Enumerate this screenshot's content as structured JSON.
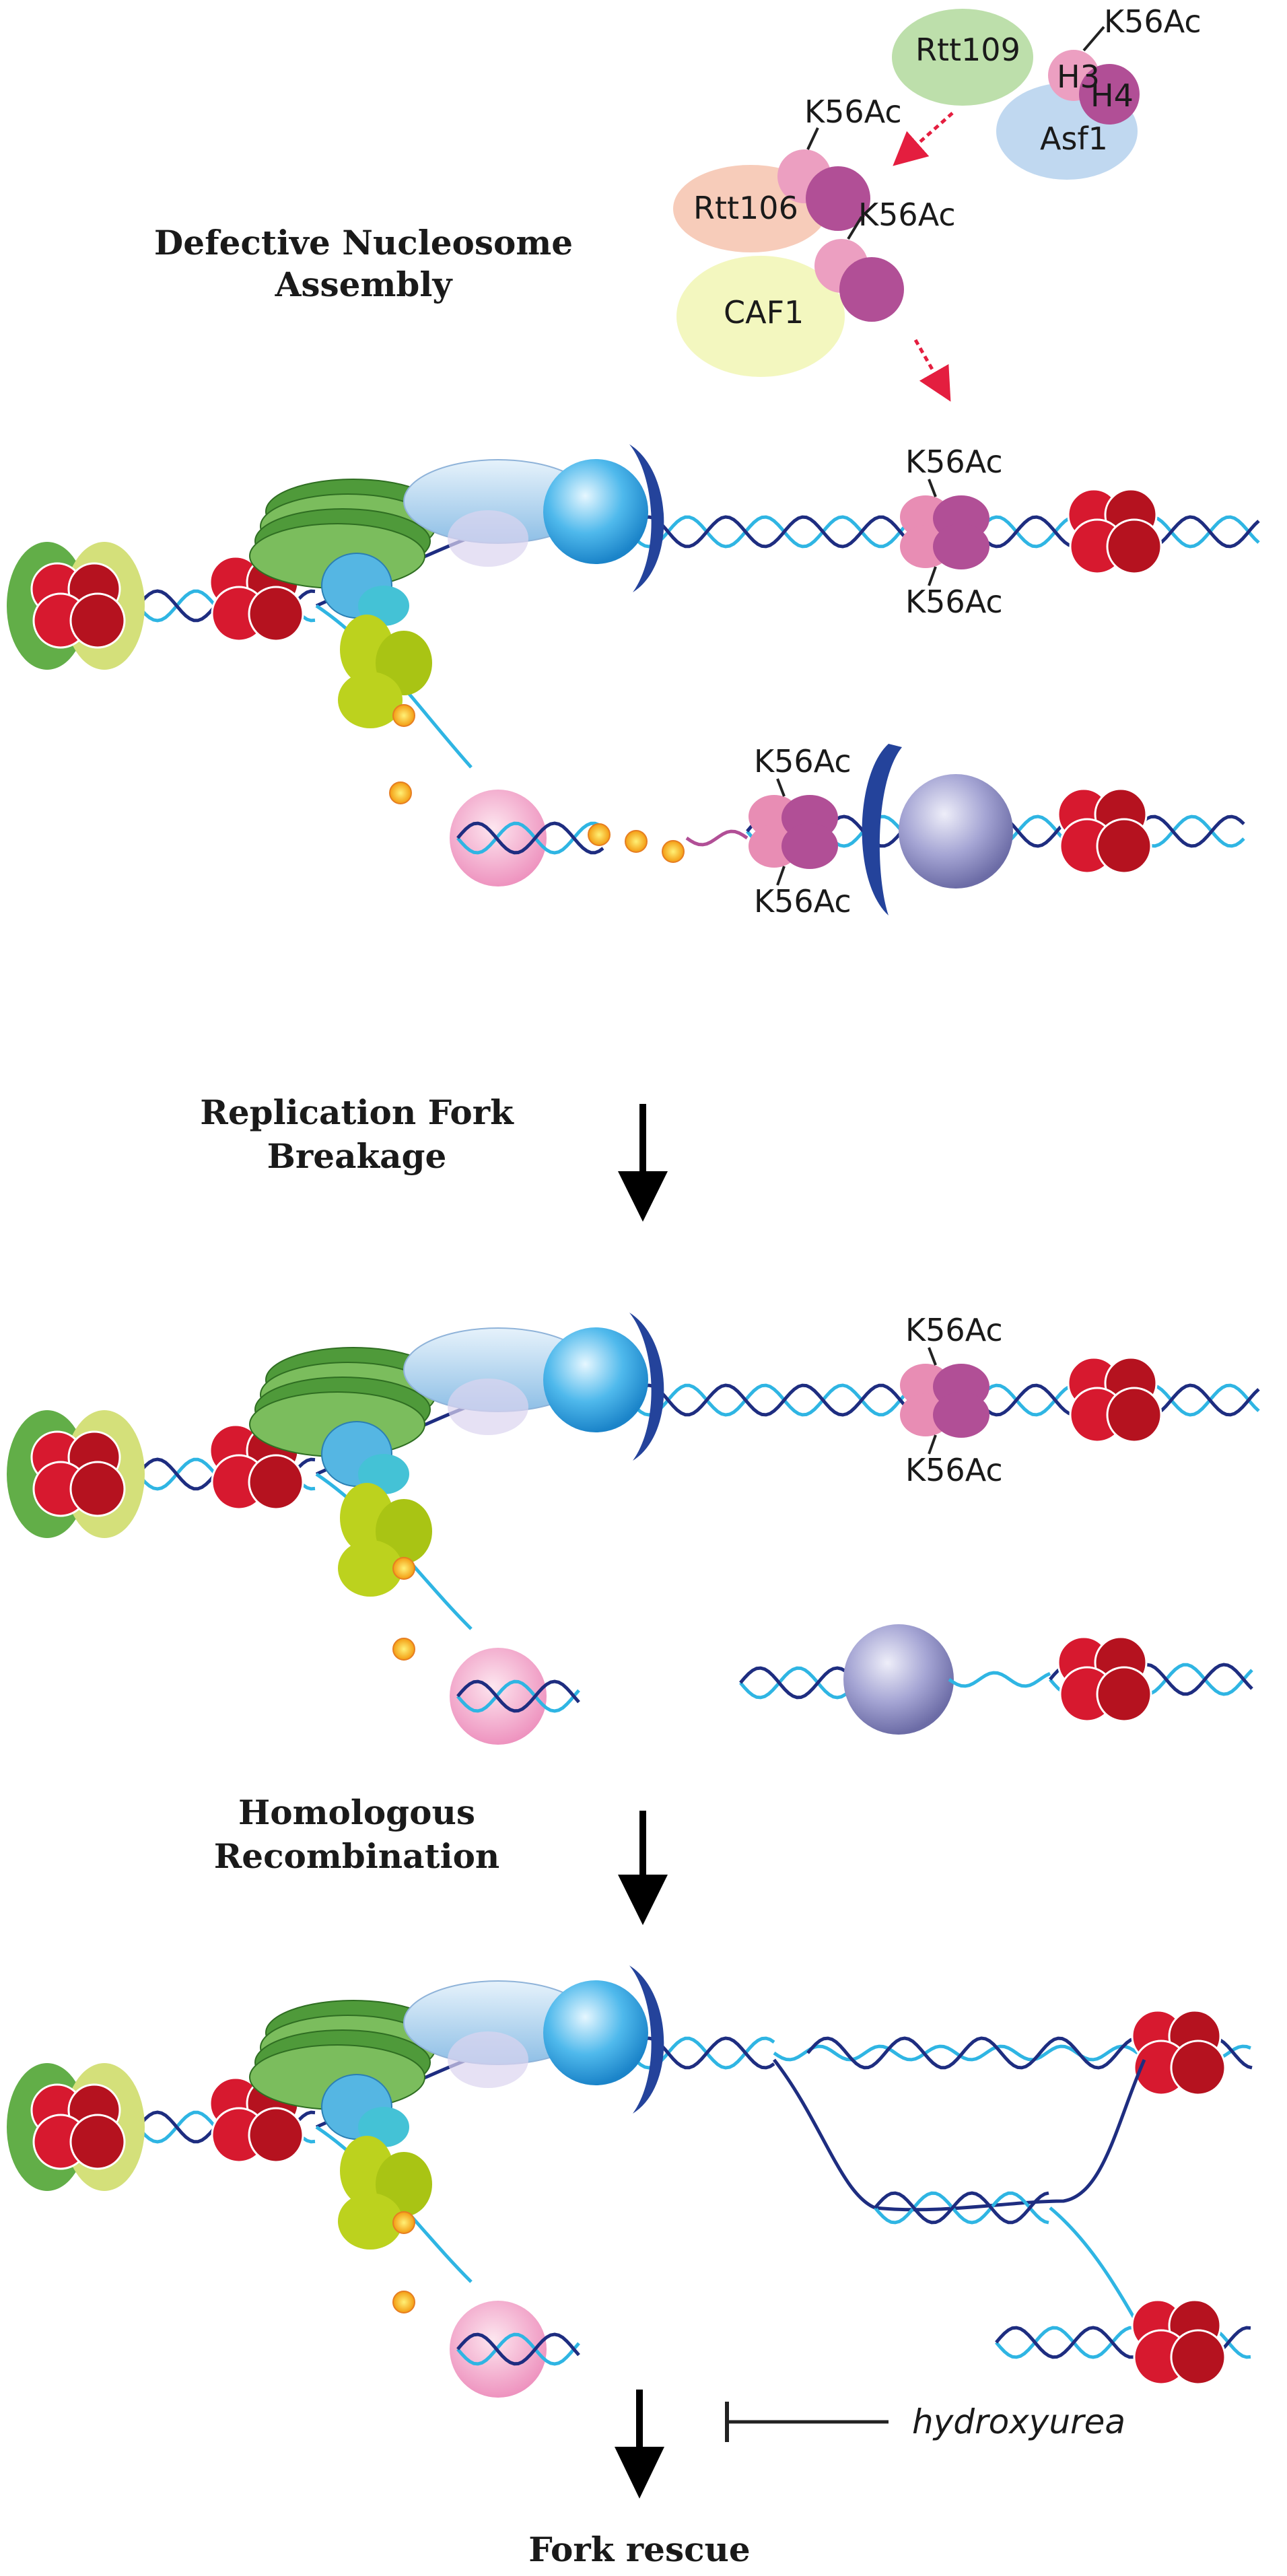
{
  "labels": {
    "rtt109": "Rtt109",
    "h3": "H3",
    "h4": "H4",
    "asf1": "Asf1",
    "rtt106": "Rtt106",
    "caf1": "CAF1",
    "k56ac": "K56Ac"
  },
  "steps": {
    "defective_1": "Defective Nucleosome",
    "defective_2": "Assembly",
    "fork_breakage_1": "Replication Fork",
    "fork_breakage_2": "Breakage",
    "hr_1": "Homologous",
    "hr_2": "Recombination",
    "rescue": "Fork rescue"
  },
  "inhibitor": "hydroxyurea",
  "colors": {
    "nucleosome_red": "#d7192f",
    "nucleosome_dark": "#b5121f",
    "h3_pink": "#e88db4",
    "h4_purple": "#b14f96",
    "dna_dark": "#1e2d80",
    "dna_light": "#2fb5e3",
    "helicase_green": "#5aa544",
    "clamp_blue": "#24439b",
    "red_arrow": "#e41e3f"
  }
}
